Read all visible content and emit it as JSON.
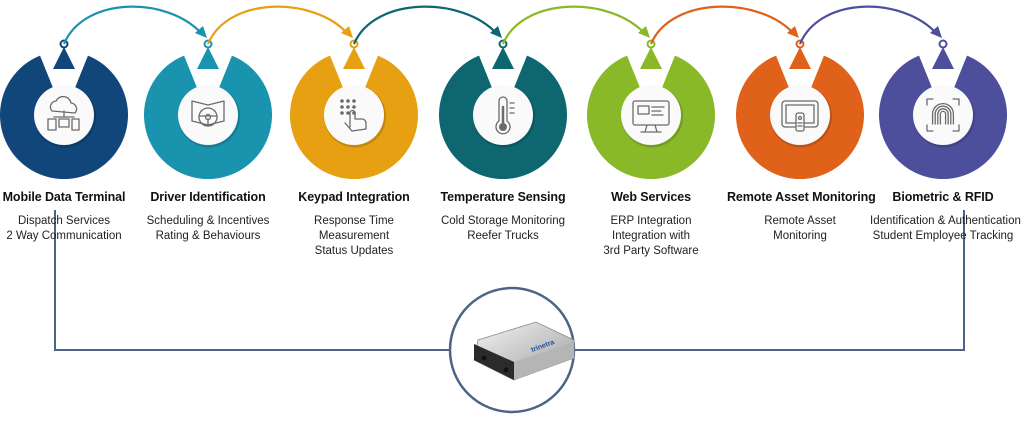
{
  "features": [
    {
      "title": "Mobile Data Terminal",
      "lines": [
        "Dispatch Services",
        "2 Way Communication"
      ],
      "color": "#10467a",
      "icon": "cloud-devices-icon"
    },
    {
      "title": "Driver Identification",
      "lines": [
        "Scheduling & Incentives",
        "Rating & Behaviours"
      ],
      "color": "#1a94ae",
      "icon": "steering-wheel-icon"
    },
    {
      "title": "Keypad Integration",
      "lines": [
        "Response Time",
        "Measurement",
        "Status Updates"
      ],
      "color": "#e6a012",
      "icon": "keypad-hand-icon"
    },
    {
      "title": "Temperature Sensing",
      "lines": [
        "Cold Storage Monitoring",
        "Reefer Trucks"
      ],
      "color": "#0e6670",
      "icon": "thermometer-icon"
    },
    {
      "title": "Web Services",
      "lines": [
        "ERP Integration",
        "Integration with",
        "3rd Party Software"
      ],
      "color": "#89b828",
      "icon": "monitor-icon"
    },
    {
      "title": "Remote Asset Monitoring",
      "lines": [
        "Remote Asset",
        "Monitoring"
      ],
      "color": "#e0621a",
      "icon": "remote-tablet-icon"
    },
    {
      "title": "Biometric & RFID",
      "lines": [
        "Identification & Authentication",
        "Student Employee Tracking"
      ],
      "color": "#4e4f9c",
      "icon": "fingerprint-icon"
    }
  ],
  "device": {
    "brand": "trinetra",
    "icon": "tracking-device-icon"
  },
  "connector_color": "#4d6487"
}
